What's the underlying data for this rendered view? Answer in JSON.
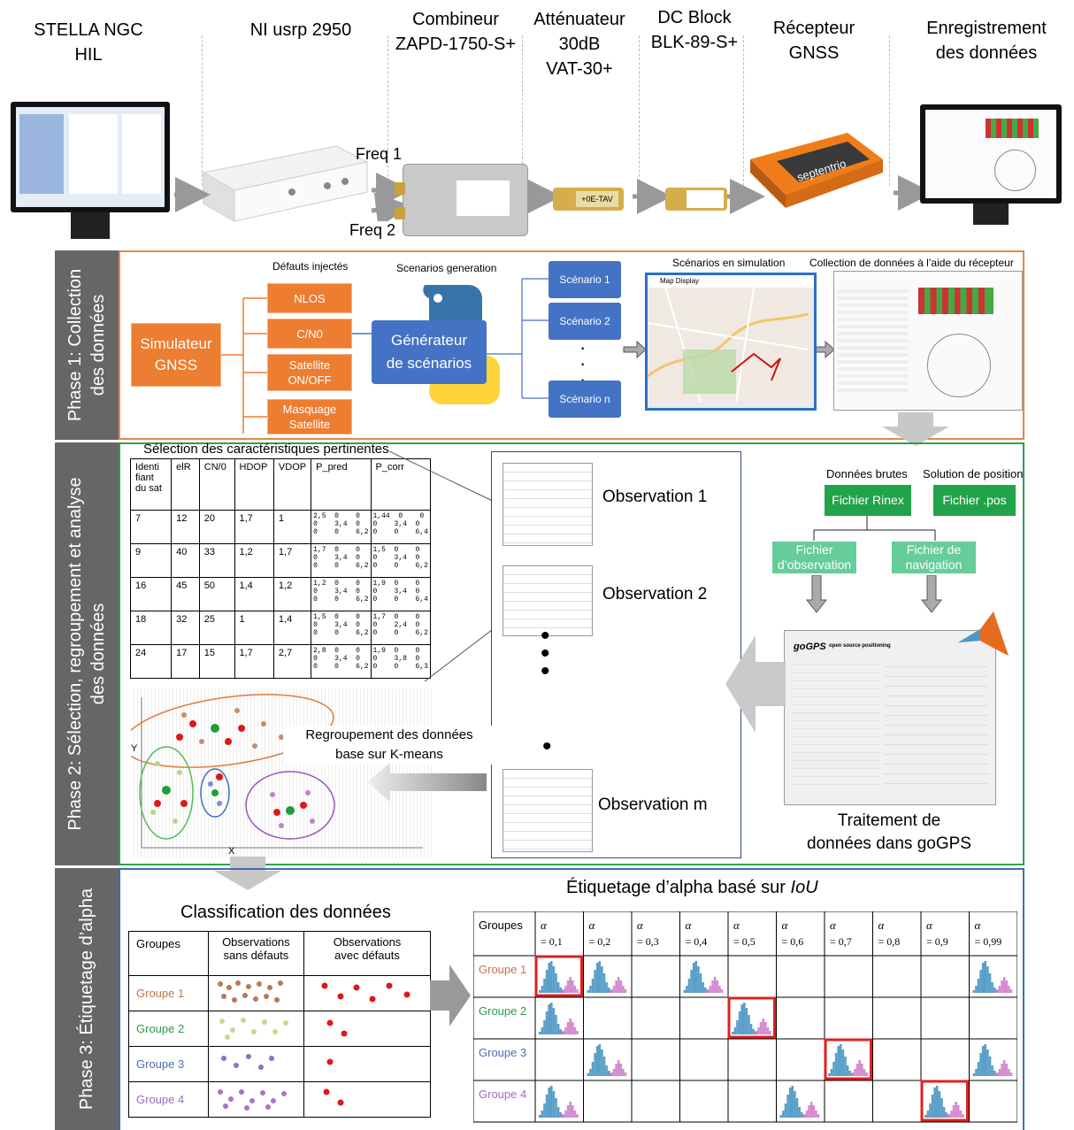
{
  "header": {
    "stella": [
      "STELLA NGC",
      "HIL"
    ],
    "usrp": "NI usrp 2950",
    "combiner": [
      "Combineur",
      "ZAPD-1750-S+"
    ],
    "attenuator": [
      "Atténuateur",
      "30dB",
      "VAT-30+"
    ],
    "dcblock": [
      "DC Block",
      "BLK-89-S+"
    ],
    "receiver": [
      "Récepteur",
      "GNSS"
    ],
    "recording": [
      "Enregistrement",
      "des données"
    ],
    "freq1": "Freq 1",
    "freq2": "Freq 2",
    "device_text": {
      "septentrio": "septentrio",
      "att": "+0E-TAV"
    }
  },
  "phase1": {
    "band": [
      "Phase 1: Collection",
      "des données"
    ],
    "defauts_title": "Défauts injectés",
    "defauts": [
      "NLOS",
      "C/N0",
      "Satellite ON/OFF",
      "Masquage Satellite"
    ],
    "simulator": [
      "Simulateur",
      "GNSS"
    ],
    "scen_gen_title": "Scenarios generation",
    "generator": [
      "Générateur",
      "de scénarios"
    ],
    "scenarios": [
      "Scénario 1",
      "Scénario 2",
      "Scénario n"
    ],
    "sim_title": "Scénarios en simulation",
    "map_title": "Map Display",
    "collect_title": "Collection de données à l’aide du récepteur"
  },
  "phase2": {
    "band": [
      "Phase 2: Sélection, regroupement et analyse",
      "des données"
    ],
    "selection_title": "Sélection des caractéristiques pertinentes",
    "table_headers": [
      "Identi fiant du sat",
      "elR",
      "CN/0",
      "HDOP",
      "VDOP",
      "P_pred",
      "P_corr"
    ],
    "table_rows": [
      {
        "id": "7",
        "elr": "12",
        "cn0": "20",
        "hdop": "1,7",
        "vdop": "1",
        "ppred": [
          "2,5  0    0",
          "0    3,4  0",
          "0    0    6,2"
        ],
        "pcorr": [
          "1,44  0    0",
          "0    3,4  0",
          "0    0    6,4"
        ]
      },
      {
        "id": "9",
        "elr": "40",
        "cn0": "33",
        "hdop": "1,2",
        "vdop": "1,7",
        "ppred": [
          "1,7  0    0",
          "0    3,4  0",
          "0    0    6,2"
        ],
        "pcorr": [
          "1,5  0    0",
          "0    3,4  0",
          "0    0    6,2"
        ]
      },
      {
        "id": "16",
        "elr": "45",
        "cn0": "50",
        "hdop": "1,4",
        "vdop": "1,2",
        "ppred": [
          "1,2  0    0",
          "0    3,4  0",
          "0    0    6,2"
        ],
        "pcorr": [
          "1,9  0    0",
          "0    3,4  0",
          "0    0    6,4"
        ]
      },
      {
        "id": "18",
        "elr": "32",
        "cn0": "25",
        "hdop": "1",
        "vdop": "1,4",
        "ppred": [
          "1,5  0    0",
          "0    3,4  0",
          "0    0    6,2"
        ],
        "pcorr": [
          "1,7  0    0",
          "0    2,4  0",
          "0    0    6,2"
        ]
      },
      {
        "id": "24",
        "elr": "17",
        "cn0": "15",
        "hdop": "1,7",
        "vdop": "2,7",
        "ppred": [
          "2,8  0    0",
          "0    3,4  0",
          "0    0    6,2"
        ],
        "pcorr": [
          "1,9  0    0",
          "0    3,8  0",
          "0    0    6,3"
        ]
      }
    ],
    "observations": [
      "Observation 1",
      "Observation 2",
      "Observation m"
    ],
    "raw_title": "Données brutes",
    "pos_title": "Solution de position",
    "rinex": "Fichier Rinex",
    "pos": "Fichier .pos",
    "obs_file": [
      "Fichier",
      "d’observation"
    ],
    "nav_file": [
      "Fichier de",
      "navigation"
    ],
    "gogps_title": "goGPS",
    "gogps_sub": "open source positioning",
    "processing": [
      "Traitement de",
      "données dans goGPS"
    ],
    "kmeans": [
      "Regroupement des données",
      "base sur K-means"
    ],
    "axis_x": "X",
    "axis_y": "Y"
  },
  "phase3": {
    "band": "Phase 3: Étiquetage d’alpha",
    "classif_title": "Classification des données",
    "classif_headers": [
      "Groupes",
      "Observations sans défauts",
      "Observations avec défauts"
    ],
    "groups": [
      "Groupe 1",
      "Groupe 2",
      "Groupe 3",
      "Groupe 4"
    ],
    "group_colors": [
      "#c0764d",
      "#2e9a4c",
      "#4a6fb0",
      "#a06cc0"
    ],
    "alpha_title": "Étiquetage d’alpha basé sur ",
    "alpha_title_em": "IoU",
    "alpha_header": "Groupes",
    "alpha_symbol": "α",
    "alpha_values": [
      "= 0,1",
      "= 0,2",
      "= 0,3",
      "= 0,4",
      "= 0,5",
      "= 0,6",
      "= 0,7",
      "= 0,8",
      "= 0,9",
      "= 0,99"
    ],
    "hist_cells": [
      [
        0,
        1,
        3,
        9
      ],
      [
        0,
        4
      ],
      [
        1,
        6,
        9
      ],
      [
        0,
        5,
        8
      ]
    ],
    "highlight": [
      [
        0,
        0
      ],
      [
        1,
        4
      ],
      [
        2,
        6
      ],
      [
        3,
        8
      ]
    ]
  },
  "colors": {
    "orange": "#ed7d31",
    "blue": "#4472c4",
    "green": "#22a34a",
    "lightgreen": "#66cc99",
    "band": "#666666",
    "highlight": "#e02020"
  }
}
